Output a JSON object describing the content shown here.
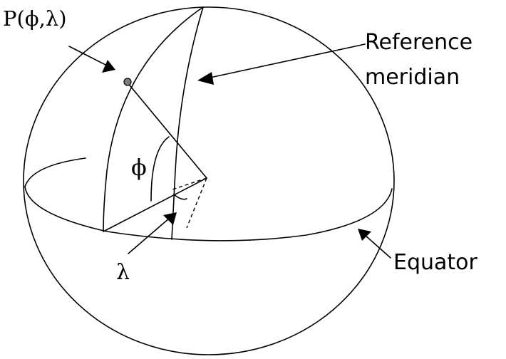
{
  "labels": {
    "point": "P(ϕ,λ)",
    "reference_meridian_line1": "Reference",
    "reference_meridian_line2": "meridian",
    "latitude": "ϕ",
    "longitude": "λ",
    "equator": "Equator"
  },
  "colors": {
    "ink": "#000000",
    "background": "#ffffff",
    "point_fill": "#7f7f7f"
  }
}
